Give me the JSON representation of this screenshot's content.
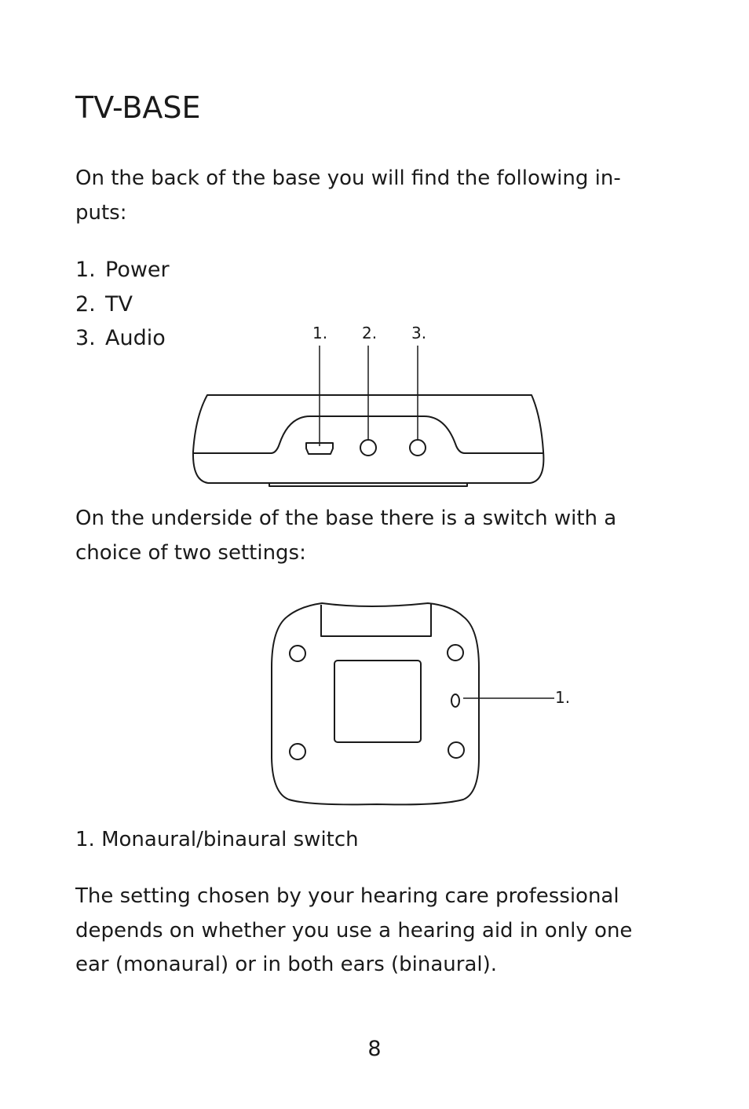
{
  "page": {
    "title": "TV-BASE",
    "intro_lines": [
      "On the back of the base you will find the following in-",
      "puts:"
    ],
    "inputs": [
      {
        "number": "1.",
        "label": "Power"
      },
      {
        "number": "2.",
        "label": "TV"
      },
      {
        "number": "3.",
        "label": "Audio"
      }
    ],
    "back_diagram": {
      "callouts": [
        "1.",
        "2.",
        "3."
      ]
    },
    "underside_lines": [
      "On the underside of the base there is a switch with a",
      "choice of two settings:"
    ],
    "underside_diagram": {
      "callout": "1."
    },
    "switch_heading": "1. Monaural/binaural switch",
    "switch_description_lines": [
      "The setting chosen by your hearing care professional",
      "depends on whether you use a hearing aid in only one",
      "ear (monaural) or in both ears (binaural)."
    ],
    "page_number": "8"
  }
}
